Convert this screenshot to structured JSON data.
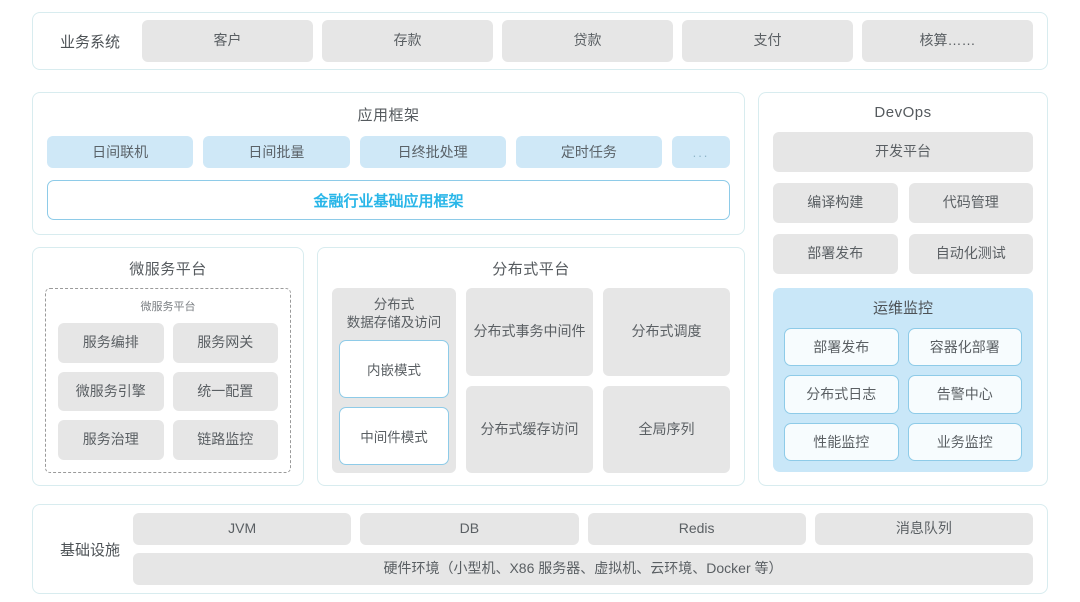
{
  "colors": {
    "panel_border": "#d8ecef",
    "chip_gray": "#e6e6e6",
    "chip_blue": "#cfe8f7",
    "accent_cyan": "#29b6e8",
    "ops_panel_blue": "#c9e7f8",
    "blue_outline": "#8ecbe8"
  },
  "business_systems": {
    "label": "业务系统",
    "items": [
      "客户",
      "存款",
      "贷款",
      "支付",
      "核算……"
    ]
  },
  "app_framework": {
    "title": "应用框架",
    "chips": [
      "日间联机",
      "日间批量",
      "日终批处理",
      "定时任务"
    ],
    "ellipsis_chip": "...",
    "band": "金融行业基础应用框架"
  },
  "microservice_platform": {
    "title": "微服务平台",
    "inner_label": "微服务平台",
    "items": [
      "服务编排",
      "服务网关",
      "微服务引擎",
      "统一配置",
      "服务治理",
      "链路监控"
    ]
  },
  "distributed_platform": {
    "title": "分布式平台",
    "storage": {
      "title": "分布式\n数据存储及访问",
      "title_line1": "分布式",
      "title_line2": "数据存储及访问",
      "modes": [
        "内嵌模式",
        "中间件模式"
      ]
    },
    "items": [
      {
        "line1": "分布式",
        "line2": "事务中间件"
      },
      {
        "line1": "分布式调度",
        "line2": ""
      },
      {
        "line1": "分布式",
        "line2": "缓存访问"
      },
      {
        "line1": "全局序列",
        "line2": ""
      }
    ]
  },
  "devops": {
    "title": "DevOps",
    "platform": "开发平台",
    "pairs": [
      "编译构建",
      "代码管理",
      "部署发布",
      "自动化测试"
    ],
    "ops_monitor": {
      "title": "运维监控",
      "items": [
        "部署发布",
        "容器化部署",
        "分布式日志",
        "告警中心",
        "性能监控",
        "业务监控"
      ]
    }
  },
  "infrastructure": {
    "label": "基础设施",
    "items": [
      "JVM",
      "DB",
      "Redis",
      "消息队列"
    ],
    "hardware": "硬件环境（小型机、X86 服务器、虚拟机、云环境、Docker 等）"
  }
}
